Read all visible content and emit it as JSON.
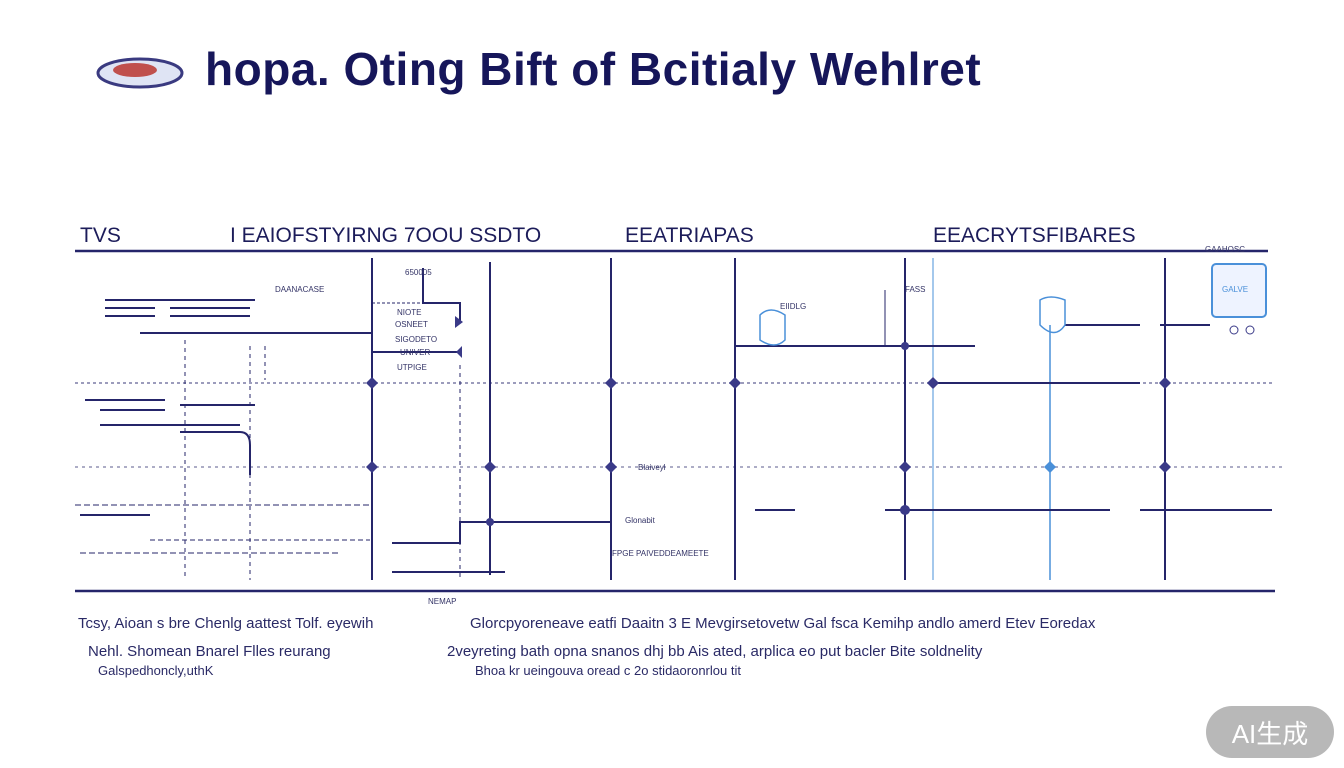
{
  "title": "hopa. Oting Bift of Bcitialy Wehlret",
  "columns": [
    "TVS",
    "I EAIOFSTYIRNG 7OOU SSDTO",
    "EEATRIAPAS",
    "EEACRYTSFIBARES"
  ],
  "diagram_labels": {
    "top_left": "DAANACASE",
    "col2_top": "650005",
    "col2_a": "NIOTE",
    "col2_b": "OSNEET",
    "col2_c": "SIGODETO",
    "col2_d": "UNIVER",
    "col2_e": "UTPIGE",
    "mid_a": "Blaiveyl",
    "mid_b": "Glonabit",
    "mid_c": "FPGE PAIVEDDEAMEETE",
    "right_a": "EIIDLG",
    "right_b": "FASS",
    "box_label": "GALVE",
    "top_right": "GAAHOSC",
    "bottom_mark": "NEMAP"
  },
  "footer": {
    "left_lines": [
      "Tcsy, Aioan s bre Chenlg aattest Tolf. eyewih",
      "Nehl. Shomean Bnarel Flles reurang",
      "Galspedhoncly,uthK"
    ],
    "right_lines": [
      "Glorcpyoreneave eatfi  Daaitn 3 E Mevgirsetovetw Gal fsca Kemihp andlo amerd Etev Eoredax",
      "2veyreting bath opna snanos dhj bb Ais ated, arplica eo put bacler Bite soldnelity",
      "Bhoa kr ueingouva oread c 2o stidaoronrlou tit"
    ]
  },
  "badge": "AI生成",
  "colors": {
    "ink": "#1f1f5e",
    "accent_blue": "#4a90d9",
    "badge": "#a0a0a0"
  }
}
